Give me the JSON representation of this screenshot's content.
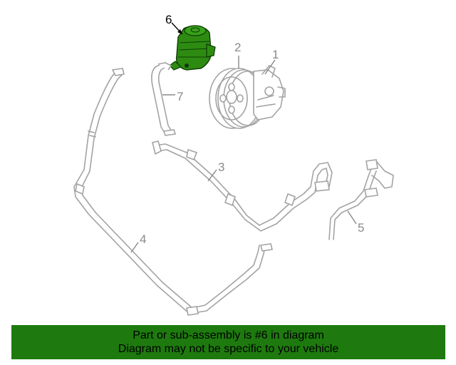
{
  "diagram": {
    "callouts": [
      "1",
      "2",
      "3",
      "4",
      "5",
      "6",
      "7"
    ],
    "highlight_color": "#2e8b12",
    "part_color": "#a3a3a3"
  },
  "banner": {
    "line1": "Part or sub-assembly is #6 in diagram",
    "line2": "Diagram may not be specific to your vehicle",
    "background": "#1e7a0e"
  }
}
